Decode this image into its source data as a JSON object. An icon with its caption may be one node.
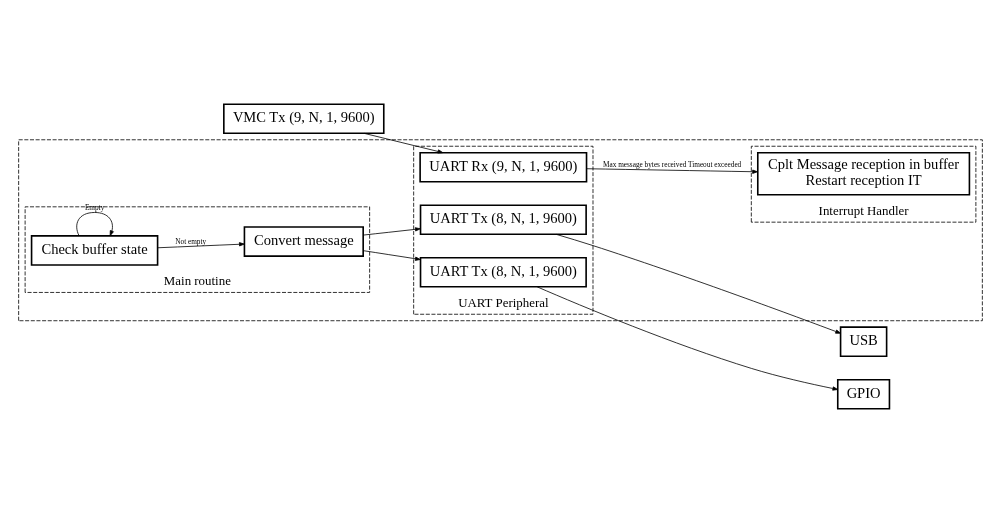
{
  "diagram": {
    "nodes": [
      {
        "text": [
          "VMC Tx (9, N, 1, 9600)"
        ]
      },
      {
        "text": [],
        "shape": "box"
      },
      {
        "text": [
          "UART Peripheral"
        ],
        "in": 1
      },
      {
        "text": [
          "UART Rx (9, N, 1, 9600)"
        ],
        "in": 2
      },
      {
        "text": [
          "UART Tx (8, N, 1, 9600)"
        ],
        "in": 2
      },
      {
        "text": [
          "UART Tx (8, N, 1, 9600)"
        ],
        "in": 2
      },
      {
        "text": [
          "Interrupt Handler"
        ],
        "in": 1
      },
      {
        "text": [
          "Cplt Message reception in buffer",
          "Restart reception IT"
        ],
        "in": 6
      },
      {
        "text": [
          "Main routine"
        ],
        "in": 1
      },
      {
        "text": [
          "Convert message"
        ],
        "in": 8
      },
      {
        "text": [
          "Check buffer state"
        ],
        "in": 8
      },
      {
        "text": [
          "USB"
        ]
      },
      {
        "text": [
          "GPIO"
        ]
      }
    ],
    "edges": [
      {
        "from": 0,
        "to": 3,
        "arrow": "to"
      },
      {
        "from": 3,
        "to": 7,
        "arrow": "to",
        "label": "Max message bytes received Timeout exceeded"
      },
      {
        "from": 10,
        "to": 9,
        "arrow": "to",
        "label": "Not empty"
      },
      {
        "from": 10,
        "to": 10,
        "arrow": "to",
        "label": "Empty"
      },
      {
        "from": 9,
        "to": 4,
        "arrow": "to"
      },
      {
        "from": 9,
        "to": 5,
        "arrow": "to"
      },
      {
        "from": 4,
        "to": 11,
        "arrow": "to"
      },
      {
        "from": 5,
        "to": 12,
        "arrow": "to"
      }
    ]
  }
}
